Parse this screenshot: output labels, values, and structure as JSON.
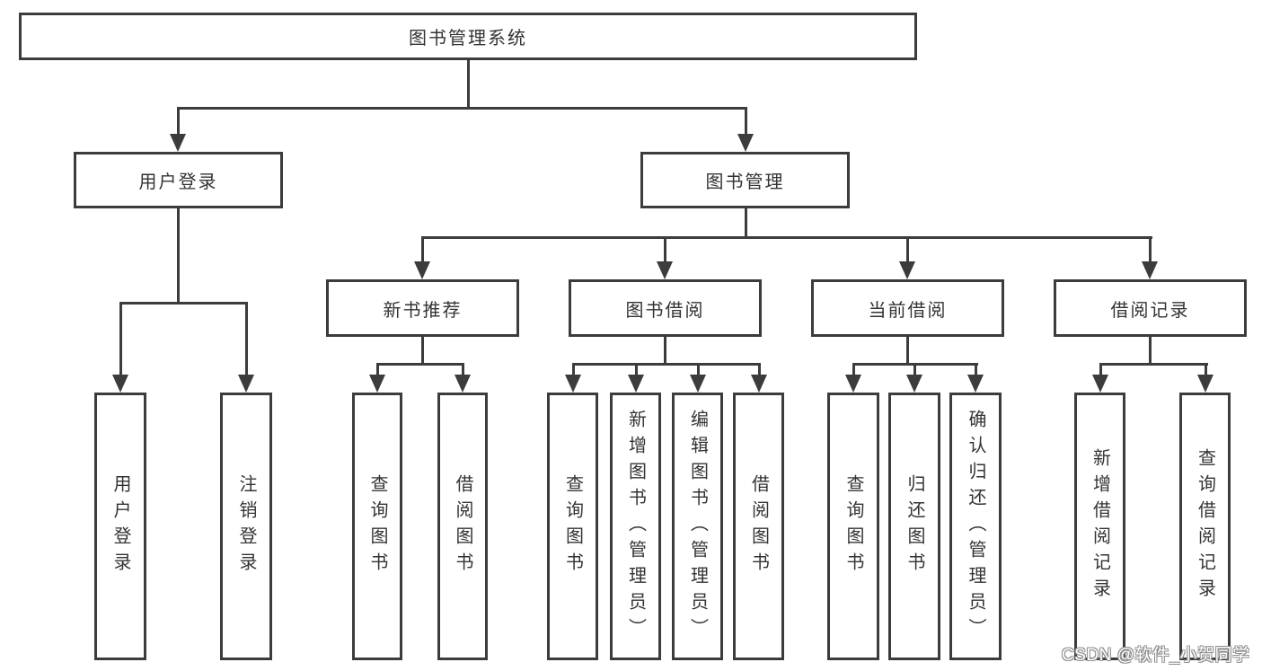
{
  "colors": {
    "line": "#3c3c3c",
    "text": "#333333",
    "background": "#ffffff",
    "watermark": "#ffffff",
    "watermark_outline": "#8e8e8e"
  },
  "diagram": {
    "title": "图书管理系统",
    "level2": {
      "left": "用户登录",
      "right": "图书管理"
    },
    "level3": [
      "新书推荐",
      "图书借阅",
      "当前借阅",
      "借阅记录"
    ],
    "leaves": {
      "user": [
        "用户登录",
        "注销登录"
      ],
      "recommend": [
        "查询图书",
        "借阅图书"
      ],
      "borrow": [
        "查询图书",
        "新增图书（管理员）",
        "编辑图书（管理员）",
        "借阅图书"
      ],
      "current": [
        "查询图书",
        "归还图书",
        "确认归还（管理员）"
      ],
      "records": [
        "新增借阅记录",
        "查询借阅记录"
      ]
    }
  },
  "watermark": "CSDN @软件_小贺同学"
}
